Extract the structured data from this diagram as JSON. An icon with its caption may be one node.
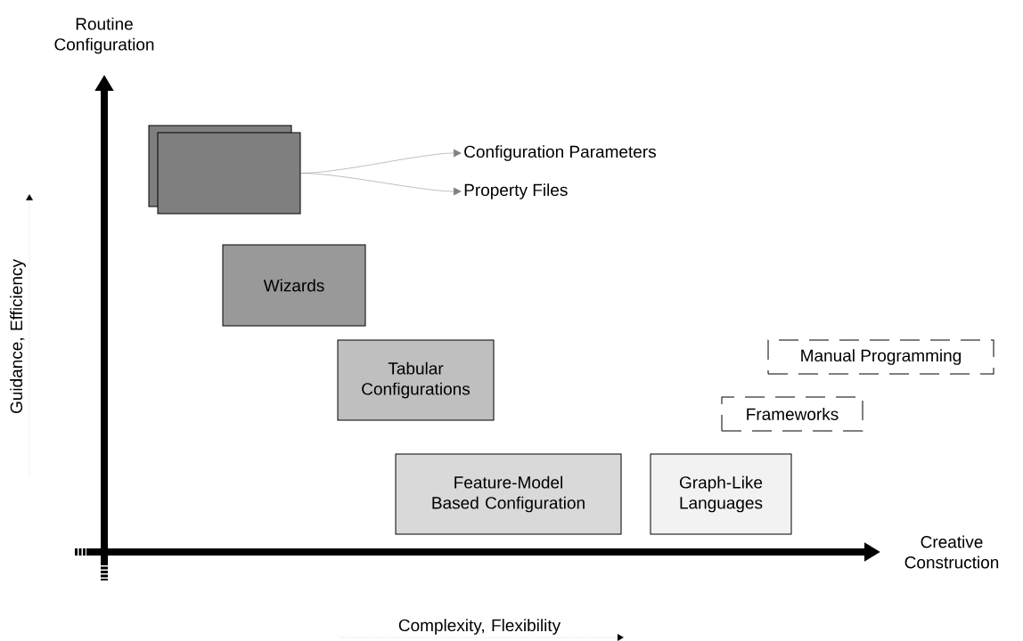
{
  "diagram": {
    "nodes": [
      {
        "text": [],
        "shape": "box"
      },
      {
        "text": [
          "Configuration Parameters"
        ]
      },
      {
        "text": [
          "Property Files"
        ]
      },
      {
        "text": [
          "Wizards"
        ]
      },
      {
        "text": [
          "Tabular Configurations"
        ]
      },
      {
        "text": [
          "Feature-Model Based Configuration"
        ]
      },
      {
        "text": [
          "Graph-Like Languages"
        ]
      },
      {
        "text": [
          "Manual Programming"
        ]
      },
      {
        "text": [
          "Frameworks"
        ]
      }
    ],
    "edges": [
      {
        "from": 0,
        "to": 1,
        "arrow": "to"
      },
      {
        "from": 0,
        "to": 2,
        "arrow": "to"
      }
    ],
    "labels": [
      "Routine Configuration",
      "Creative Construction",
      "Guidance, Efficiency",
      "Complexity, Flexibility"
    ]
  }
}
